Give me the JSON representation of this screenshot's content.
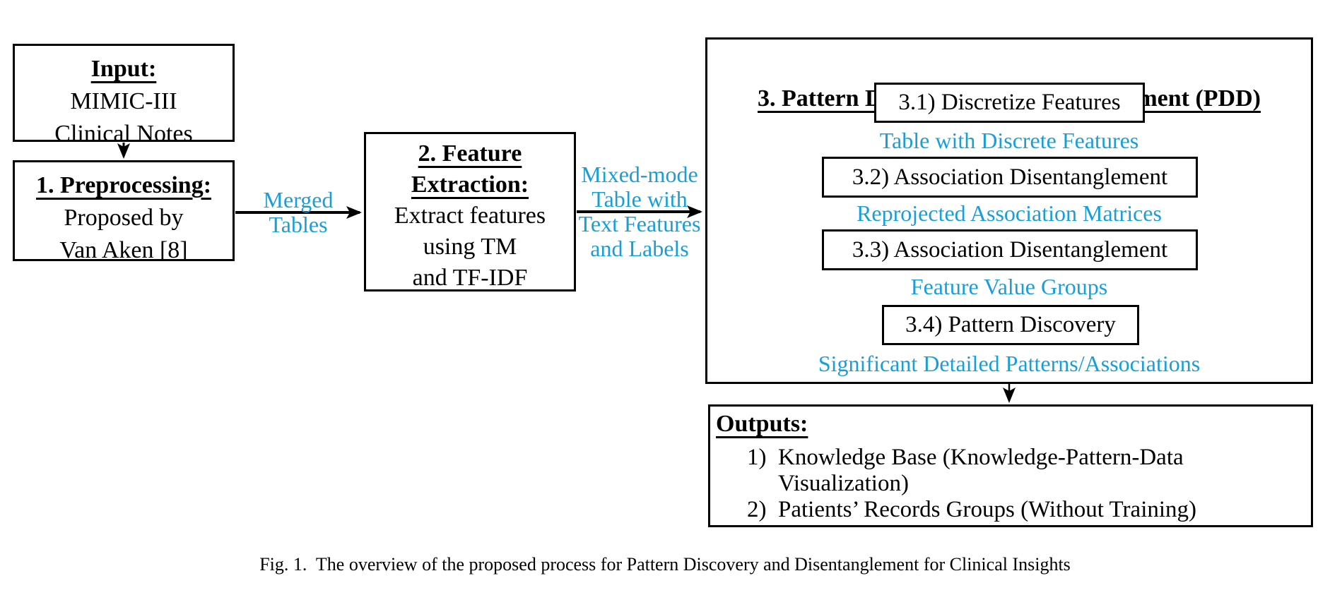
{
  "colors": {
    "accent": "#1A9ED8",
    "ink": "#000000"
  },
  "nodes": {
    "input": {
      "title": "Input:",
      "line1": "MIMIC-III",
      "line2": "Clinical Notes"
    },
    "preprocessing": {
      "title": "1. Preprocessing:",
      "line1": "Proposed by",
      "line2": "Van Aken [8]"
    },
    "feature_extraction": {
      "title_line1": "2. Feature",
      "title_line2": "Extraction:",
      "line1": "Extract features",
      "line2": "using TM",
      "line3": "and TF-IDF"
    },
    "pdd": {
      "title": "3. Pattern Discovery and Disentanglement (PDD)",
      "steps": [
        {
          "label": "3.1) Discretize Features",
          "output_label": "Table with Discrete Features"
        },
        {
          "label": "3.2) Association Disentanglement",
          "output_label": "Reprojected Association Matrices"
        },
        {
          "label": "3.3) Association Disentanglement",
          "output_label": "Feature Value Groups"
        },
        {
          "label": "3.4) Pattern Discovery",
          "output_label": "Significant Detailed Patterns/Associations"
        }
      ]
    },
    "outputs": {
      "title": "Outputs:",
      "items": [
        {
          "number": "1)",
          "text": "Knowledge Base (Knowledge-Pattern-Data\nVisualization)"
        },
        {
          "number": "2)",
          "text": "Patients’ Records Groups (Without Training)"
        }
      ]
    }
  },
  "edges": {
    "merged_tables": {
      "label": "Merged\nTables"
    },
    "mixed_mode": {
      "label": "Mixed-mode\nTable with\nText Features\nand Labels"
    }
  },
  "figure": {
    "caption": "Fig. 1.  The overview of the proposed process for Pattern Discovery and Disentanglement for Clinical Insights"
  }
}
